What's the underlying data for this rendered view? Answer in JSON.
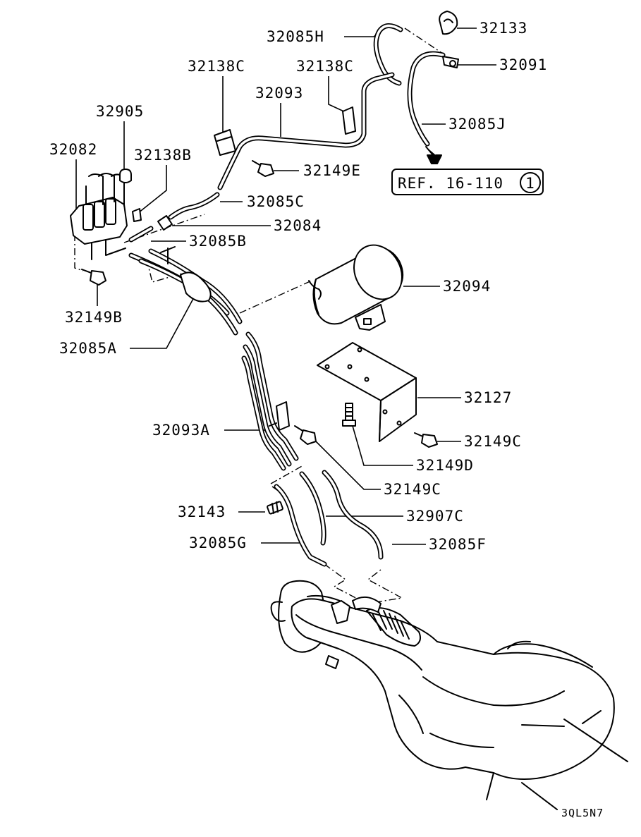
{
  "diagram": {
    "part_labels": [
      "32133",
      "32085H",
      "32091",
      "32138C",
      "32138C",
      "32093",
      "32085J",
      "32905",
      "32082",
      "32138B",
      "32149E",
      "32085C",
      "32084",
      "32085B",
      "32094",
      "32149B",
      "32085A",
      "32127",
      "32093A",
      "32149C",
      "32149D",
      "32149C",
      "32143",
      "32907C",
      "32085G",
      "32085F"
    ],
    "reference": {
      "text": "REF. 16-110",
      "circled_number": "1"
    },
    "illustration_code": "3QL5N7"
  }
}
